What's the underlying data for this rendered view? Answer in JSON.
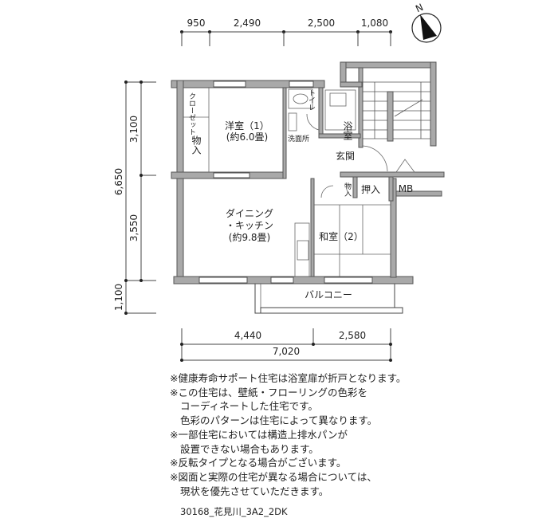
{
  "dimensions": {
    "top": [
      "950",
      "2,490",
      "2,500",
      "1,080"
    ],
    "left": [
      "3,100",
      "3,550",
      "6,650",
      "1,100"
    ],
    "bottom": [
      "4,440",
      "2,580",
      "7,020"
    ]
  },
  "compass": {
    "label": "N"
  },
  "rooms": {
    "closet": "クローゼット",
    "storage1": "物入",
    "western1": "洋室（1）",
    "western1_size": "(約6.0畳)",
    "toilet": "トイレ",
    "bath": "浴室",
    "washroom": "洗面所",
    "entrance": "玄関",
    "storage2": "物入",
    "oshiire": "押入",
    "mb": "MB",
    "dining1": "ダイニング",
    "dining2": "・キッチン",
    "dining_size": "(約9.8畳)",
    "japanese2": "和室（2）",
    "balcony": "バルコニー"
  },
  "notes": [
    "※健康寿命サポート住宅は浴室扉が折戸となります。",
    "※この住宅は、壁紙・フローリングの色彩を",
    "コーディネートした住宅です。",
    "色彩のパターンは住宅によって異なります。",
    "※一部住宅においては構造上排水パンが",
    "設置できない場合もあります。",
    "※反転タイプとなる場合がございます。",
    "※図面と実際の住宅が異なる場合については、",
    "現状を優先させていただきます。"
  ],
  "plan_code": "30168_花見川_3A2_2DK"
}
